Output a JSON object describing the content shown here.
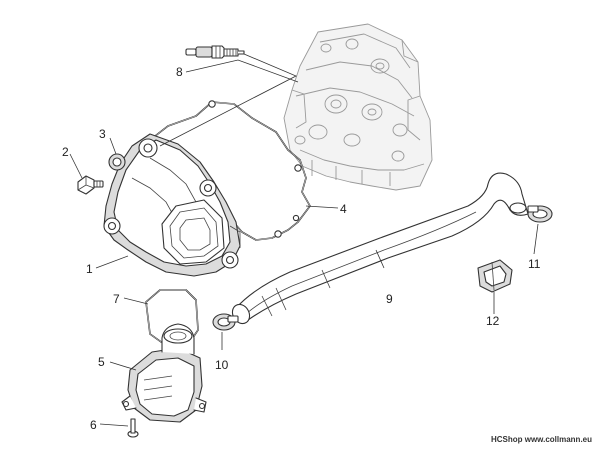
{
  "callouts": {
    "c1": "1",
    "c2": "2",
    "c3": "3",
    "c4": "4",
    "c5": "5",
    "c6": "6",
    "c7": "7",
    "c8": "8",
    "c9": "9",
    "c10": "10",
    "c11": "11",
    "c12": "12"
  },
  "watermark": "HCShop www.collmann.eu",
  "colors": {
    "line": "#333333",
    "faint": "#9a9a9a",
    "fill": "#ffffff",
    "shade": "#dcdcdc"
  }
}
